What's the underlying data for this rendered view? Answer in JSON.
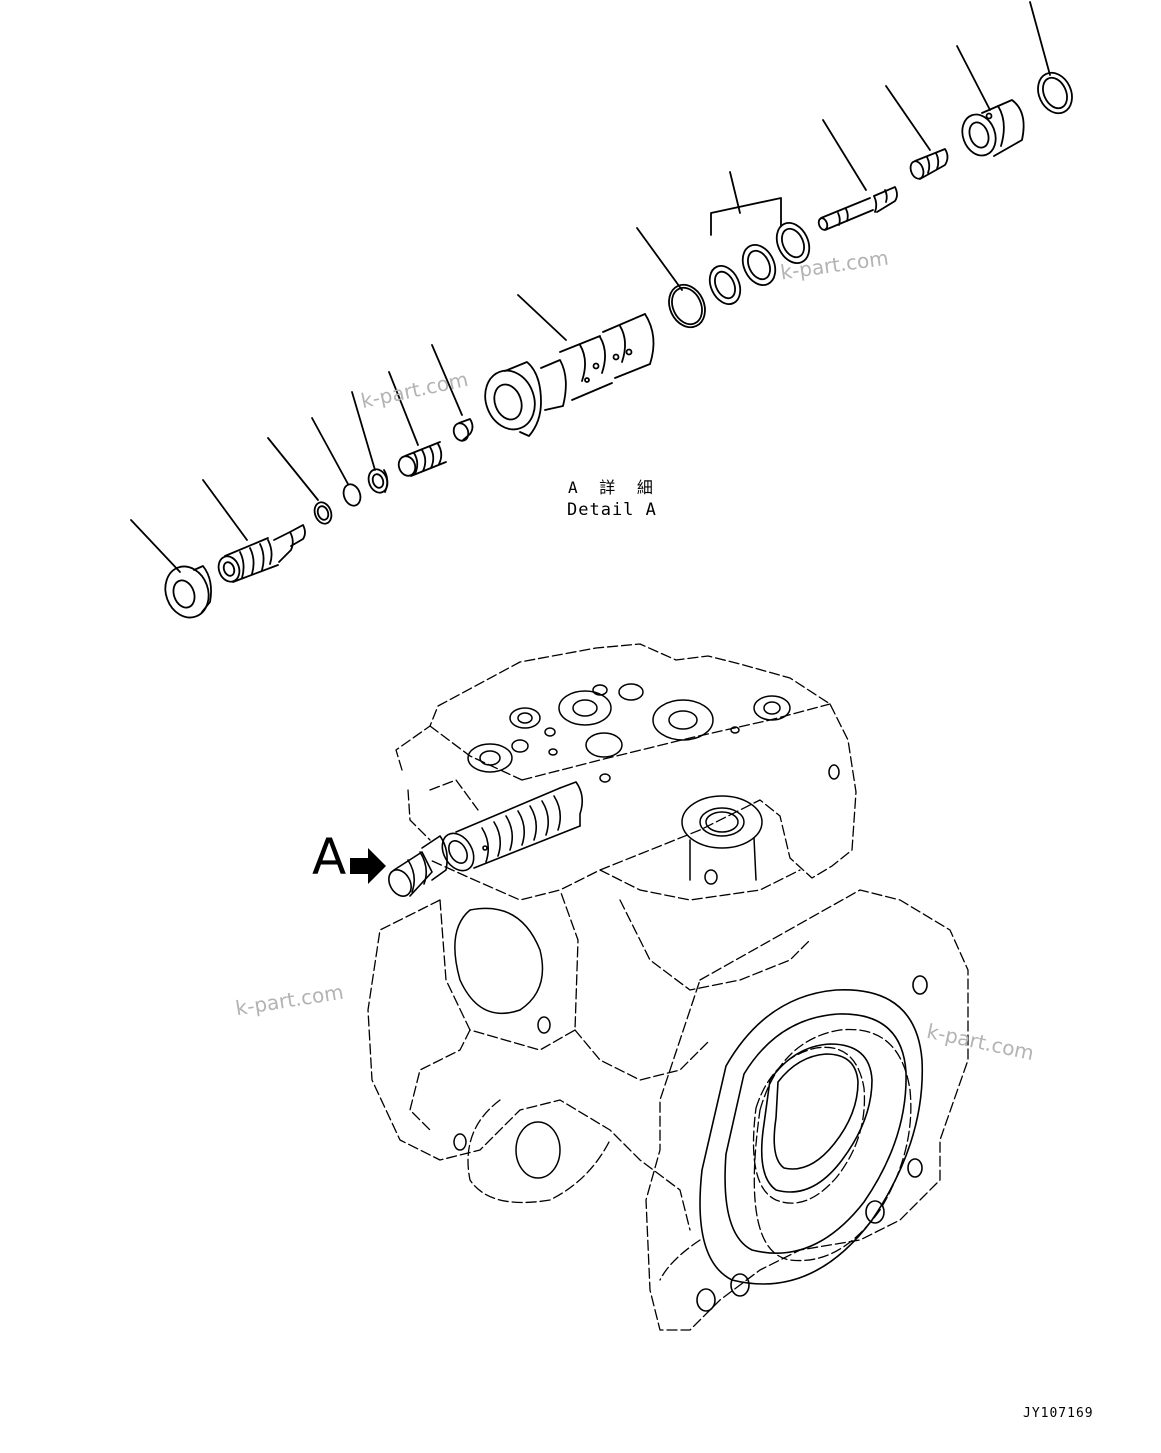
{
  "detail_label_jp": "A 詳 細",
  "detail_label_en": "Detail A",
  "callout_letter": "A",
  "drawing_code": "JY107169",
  "watermark": "k-part.com",
  "colors": {
    "line": "#000000",
    "watermark": "#b3b3b3",
    "background": "#ffffff"
  }
}
